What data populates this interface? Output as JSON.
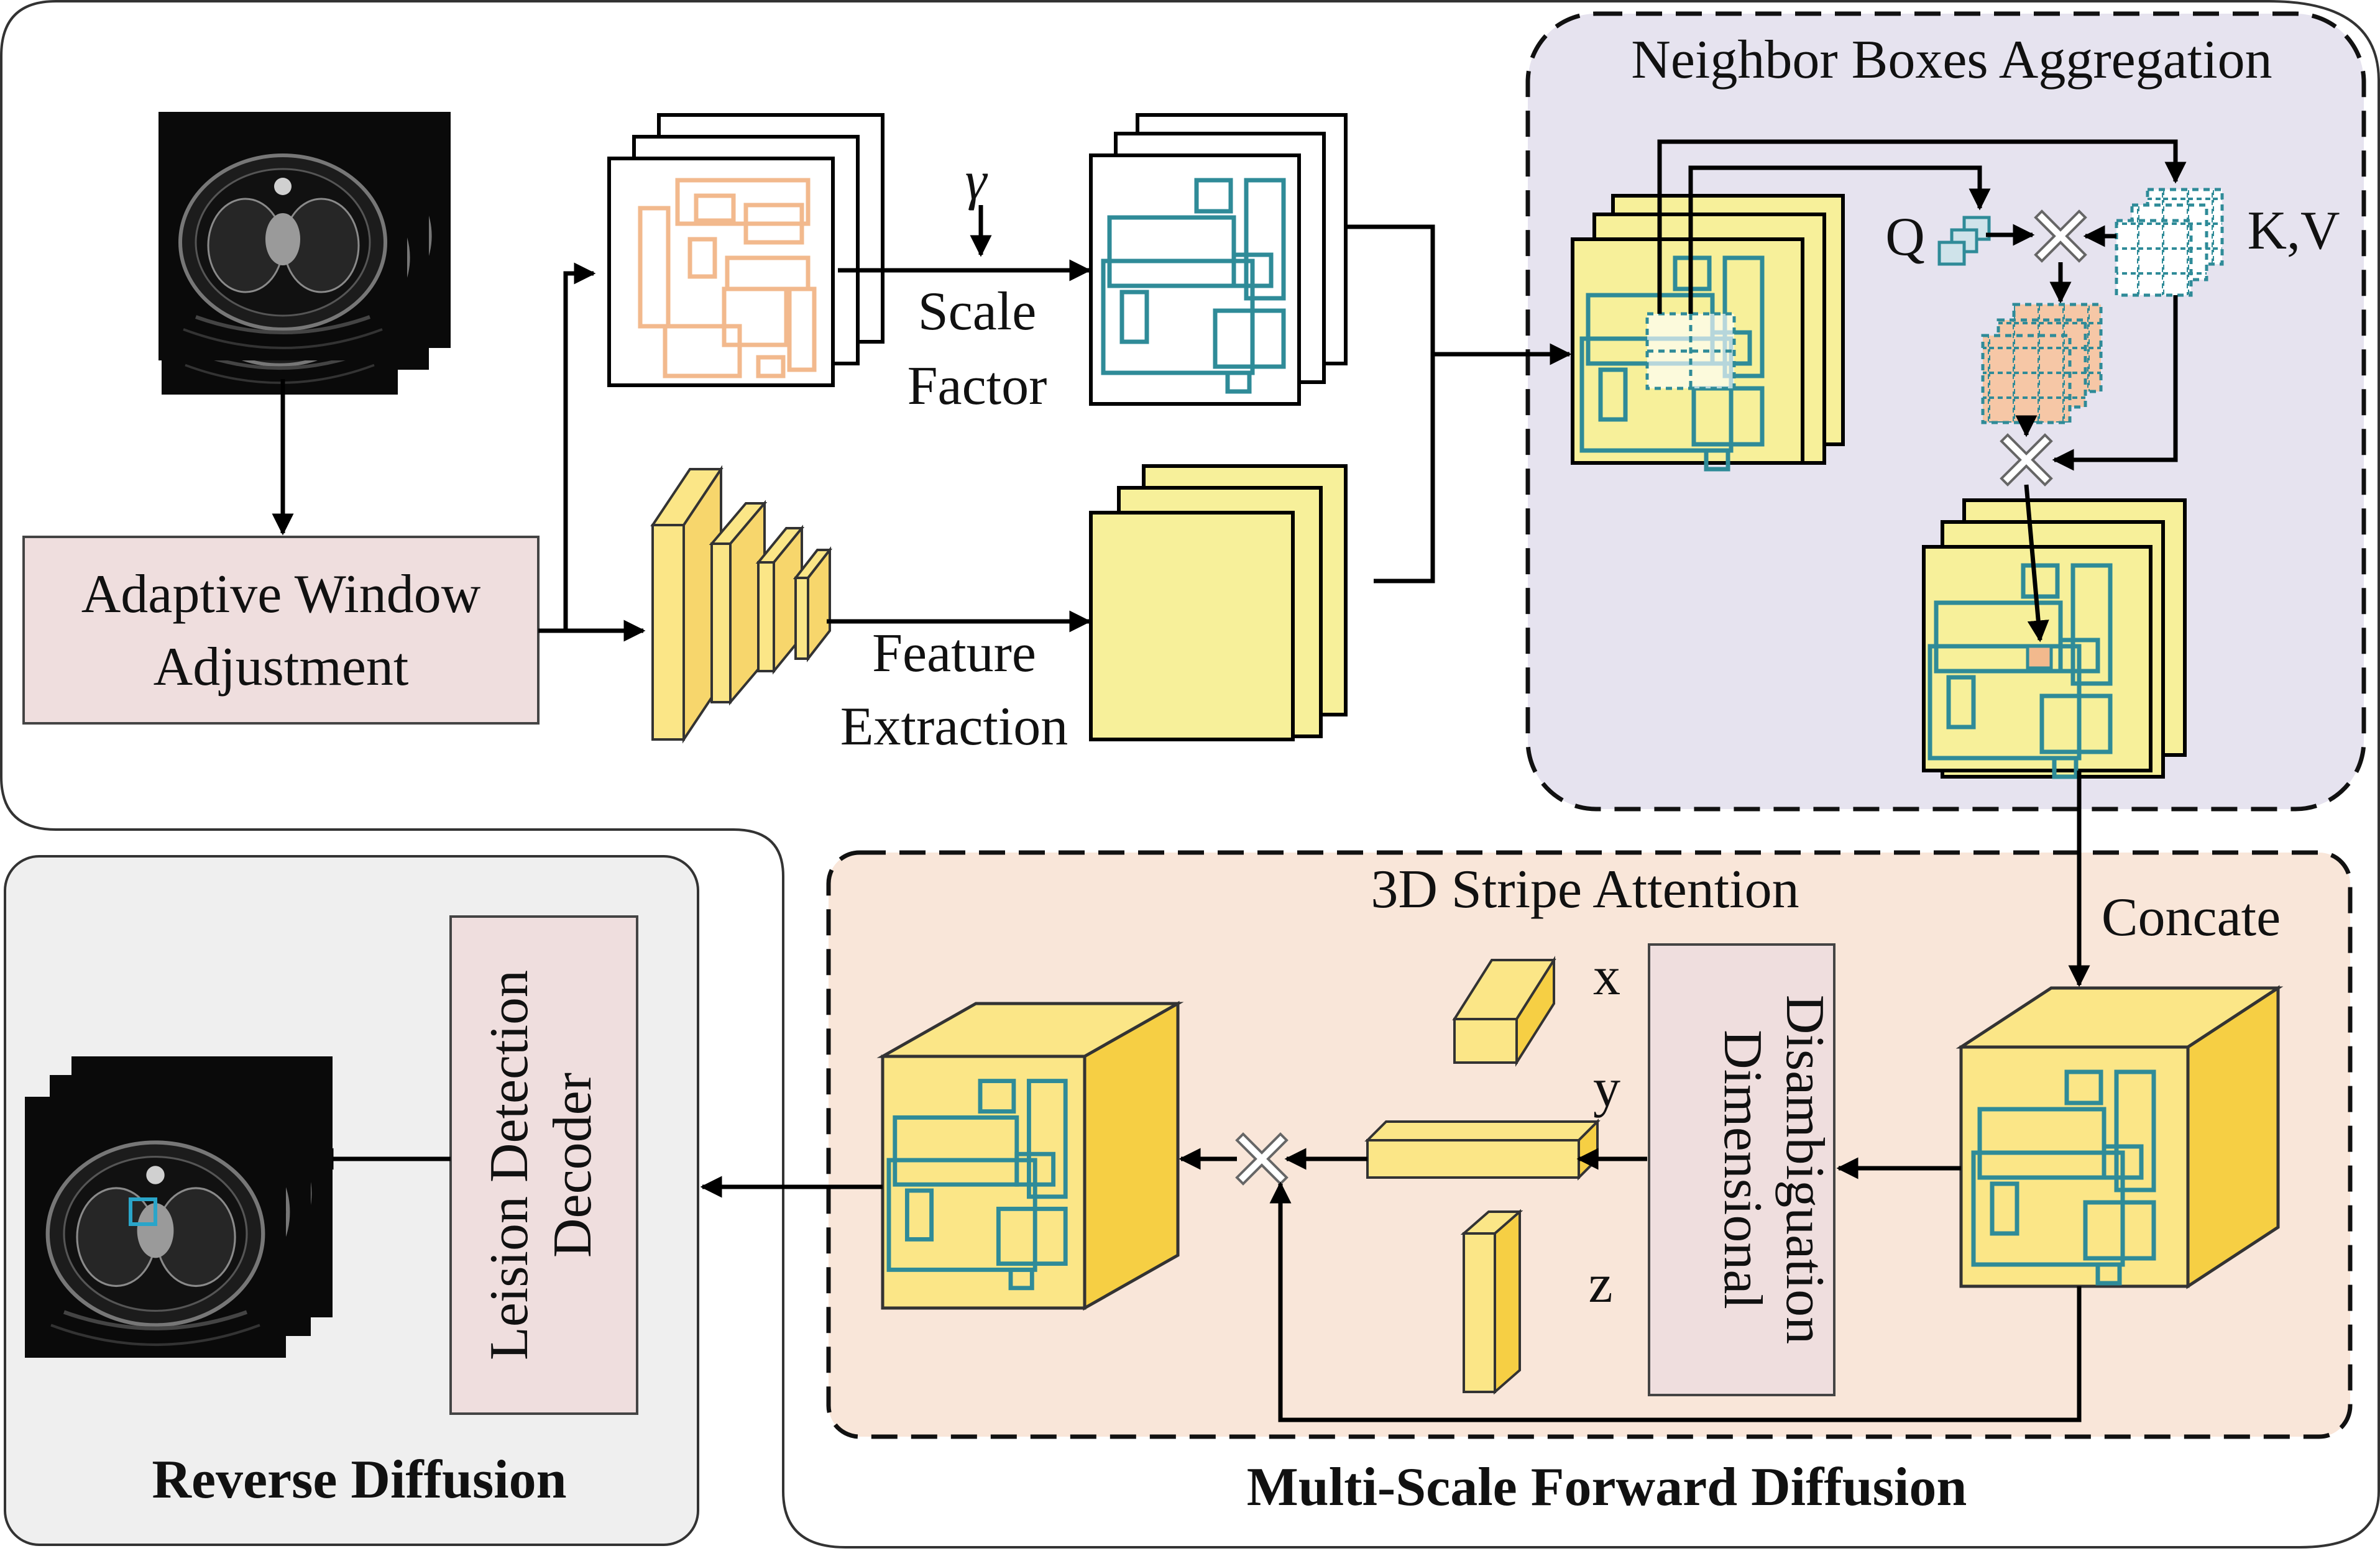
{
  "labels": {
    "adaptive_window_line1": "Adaptive Window",
    "adaptive_window_line2": "Adjustment",
    "gamma": "γ",
    "scale_factor_line1": "Scale",
    "scale_factor_line2": "Factor",
    "feature_extraction_line1": "Feature",
    "feature_extraction_line2": "Extraction",
    "neighbor_boxes_aggregation": "Neighbor Boxes Aggregation",
    "q": "Q",
    "kv": "K,V",
    "concate": "Concate",
    "stripe_attention": "3D Stripe Attention",
    "axis_x": "x",
    "axis_y": "y",
    "axis_z": "z",
    "dimensional_line1": "Dimensional",
    "dimensional_line2": "Disambiguation",
    "decoder_line1": "Leision Detection",
    "decoder_line2": "Decoder",
    "reverse_diffusion": "Reverse Diffusion",
    "forward_diffusion": "Multi-Scale Forward Diffusion"
  },
  "colors": {
    "pink_box": "#efdede",
    "yellow_light": "#f7f09a",
    "yellow_cube_front": "#fbe687",
    "yellow_cube_side": "#f6cf44",
    "teal_box": "#2f8b98",
    "orange_box": "#f2b98d",
    "nba_bg": "#e6e3ef",
    "stripe_bg": "#f9e6d9",
    "reverse_bg": "#efefef"
  }
}
